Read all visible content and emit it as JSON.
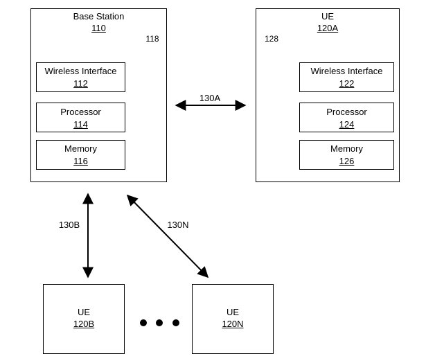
{
  "base_station": {
    "title": "Base Station",
    "ref": "110",
    "antenna_ref": "118",
    "wireless_interface": {
      "label": "Wireless Interface",
      "ref": "112"
    },
    "processor": {
      "label": "Processor",
      "ref": "114"
    },
    "memory": {
      "label": "Memory",
      "ref": "116"
    }
  },
  "ue_a": {
    "title": "UE",
    "ref": "120A",
    "antenna_ref": "128",
    "wireless_interface": {
      "label": "Wireless Interface",
      "ref": "122"
    },
    "processor": {
      "label": "Processor",
      "ref": "124"
    },
    "memory": {
      "label": "Memory",
      "ref": "126"
    }
  },
  "ue_b": {
    "title": "UE",
    "ref": "120B"
  },
  "ue_n": {
    "title": "UE",
    "ref": "120N"
  },
  "links": {
    "a": "130A",
    "b": "130B",
    "n": "130N"
  }
}
